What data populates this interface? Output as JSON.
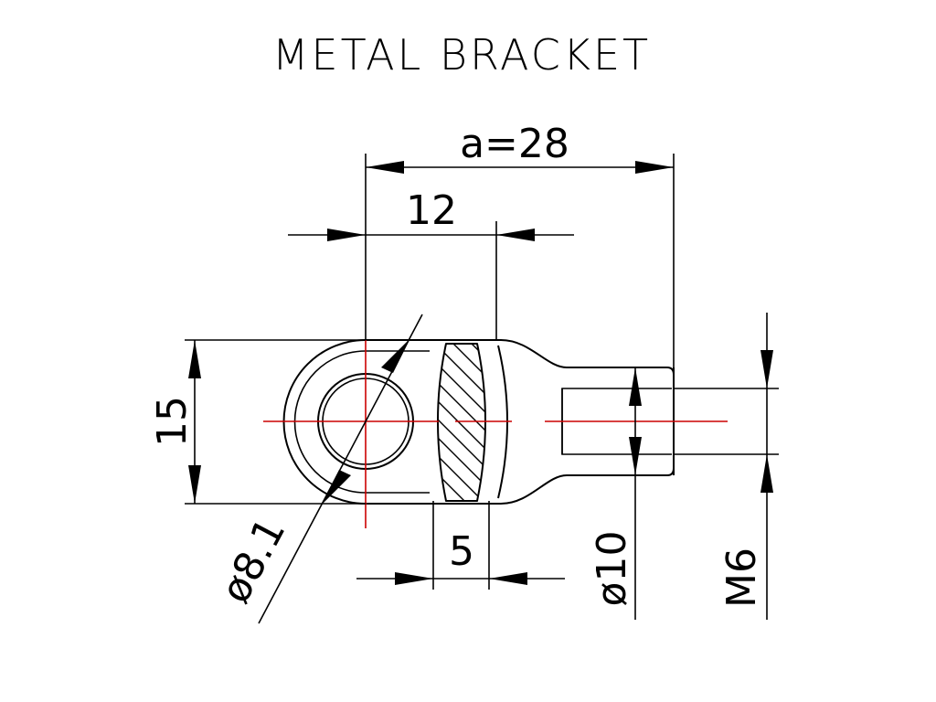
{
  "title": "METAL BRACKET",
  "dimensions": {
    "overall_length": "a=28",
    "eye_offset": "12",
    "height": "15",
    "eye_diameter": "ø8.1",
    "slot_width": "5",
    "shank_diameter": "ø10",
    "thread": "M6"
  },
  "colors": {
    "line": "#000000",
    "centerline": "#cc0000",
    "background": "#ffffff"
  }
}
